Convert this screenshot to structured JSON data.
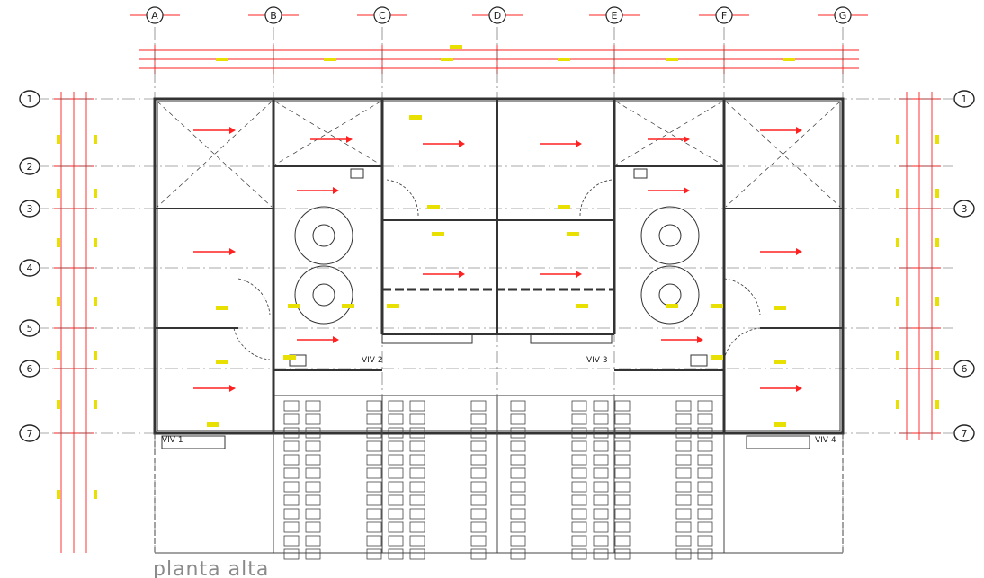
{
  "drawing": {
    "title": "planta alta",
    "units": [
      {
        "id": "viv2",
        "label": "VIV 2"
      },
      {
        "id": "viv3",
        "label": "VIV 3"
      },
      {
        "id": "viv1",
        "label": "VIV 1"
      },
      {
        "id": "viv4",
        "label": "VIV 4"
      }
    ],
    "column_axes": [
      "A",
      "B",
      "C",
      "D",
      "E",
      "F",
      "G"
    ],
    "row_axes": [
      "1",
      "2",
      "3",
      "4",
      "5",
      "6",
      "7"
    ],
    "right_row_axes": [
      "1",
      "3",
      "6",
      "7"
    ]
  },
  "colors": {
    "dimension_lines": "#ff2020",
    "walls": "#333333",
    "annotation_tags": "#e8e000",
    "grid_axis": "#555555"
  }
}
